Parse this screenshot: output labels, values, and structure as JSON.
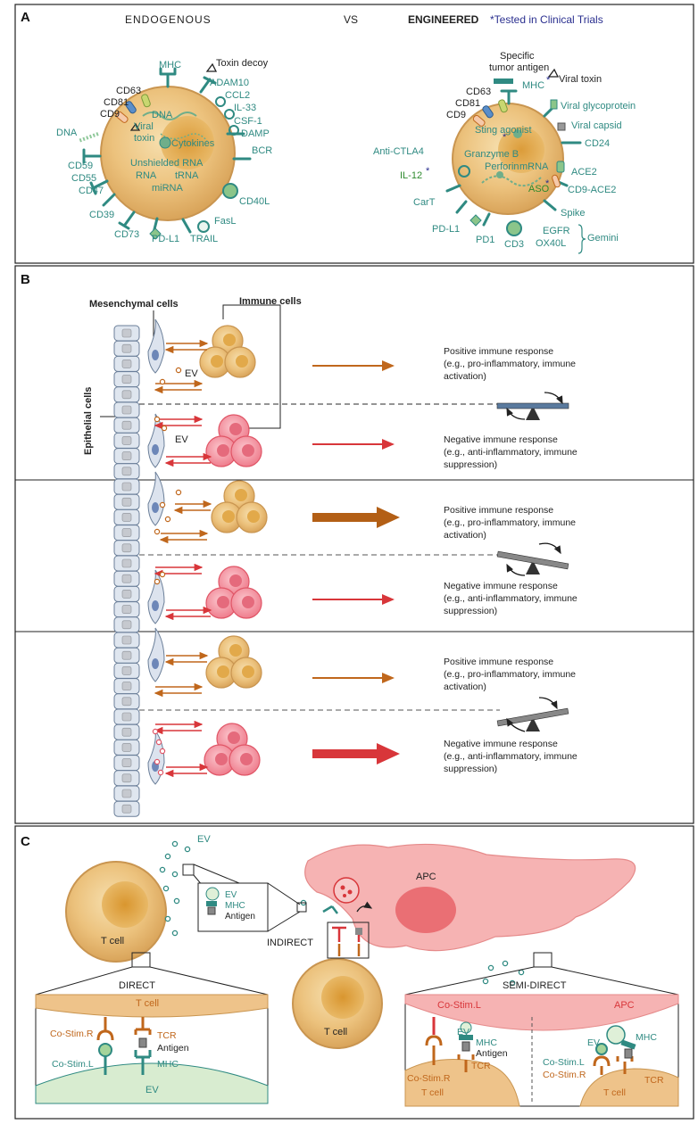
{
  "panels": {
    "a": {
      "letter": "A",
      "header_left": "ENDOGENOUS",
      "header_mid": "VS",
      "header_right": "ENGINEERED",
      "header_note": "*Tested in Clinical Trials",
      "endogenous_labels": {
        "mhc": "MHC",
        "toxin_decoy": "Toxin decoy",
        "adam10": "ADAM10",
        "ccl2": "CCL2",
        "il33": "IL-33",
        "csf1": "CSF-1",
        "damp": "DAMP",
        "bcr": "BCR",
        "cd63": "CD63",
        "cd81": "CD81",
        "cd9": "CD9",
        "dna_in": "DNA",
        "viral": "Viral",
        "toxin": "toxin",
        "cytokines": "Cytokines",
        "dna_out": "DNA",
        "cd59": "CD59",
        "cd55": "CD55",
        "cd47": "CD47",
        "unshielded": "Unshielded RNA",
        "rna": "RNA",
        "trna": "tRNA",
        "mirna": "miRNA",
        "cd40l": "CD40L",
        "cd39": "CD39",
        "fasl": "FasL",
        "cd73": "CD73",
        "pdl1": "PD-L1",
        "trail": "TRAIL"
      },
      "engineered_labels": {
        "specific": "Specific",
        "tumor_antigen": "tumor antigen",
        "mhc": "MHC",
        "viral_toxin": "Viral toxin",
        "viral_glyco": "Viral glycoprotein",
        "viral_capsid": "Viral capsid",
        "cd63": "CD63",
        "cd81": "CD81",
        "cd9": "CD9",
        "sting": "Sting agonist",
        "anti_ctla4": "Anti-CTLA4",
        "cd24": "CD24",
        "granzyme": "Granzyme B",
        "perforin": "Perforin",
        "mrna": "mRNA",
        "il12": "IL-12",
        "ace2": "ACE2",
        "aso": "ASO",
        "cd9ace2": "CD9-ACE2",
        "cart": "CarT",
        "spike": "Spike",
        "pdl1": "PD-L1",
        "egfr": "EGFR",
        "ox40l": "OX40L",
        "gemini": "Gemini",
        "pd1": "PD1",
        "cd3": "CD3"
      },
      "star": "*"
    },
    "b": {
      "letter": "B",
      "mesenchymal": "Mesenchymal cells",
      "immune": "Immune cells",
      "epithelial": "Epithelial cells",
      "ev": "EV",
      "rows": [
        {
          "pos_title": "Positive immune response",
          "pos_l1": "(e.g., pro-inflammatory, immune",
          "pos_l2": "activation)",
          "neg_title": "Negative immune response",
          "neg_l1": "(e.g., anti-inflammatory, immune",
          "neg_l2": "suppression)"
        },
        {
          "pos_title": "Positive immune response",
          "pos_l1": "(e.g., pro-inflammatory, immune",
          "pos_l2": "activation)",
          "neg_title": "Negative immune response",
          "neg_l1": "(e.g., anti-inflammatory, immune",
          "neg_l2": "suppression)"
        },
        {
          "pos_title": "Positive immune response",
          "pos_l1": "(e.g., pro-inflammatory, immune",
          "pos_l2": "activation)",
          "neg_title": "Negative immune response",
          "neg_l1": "(e.g., anti-inflammatory, immune",
          "neg_l2": "suppression)"
        }
      ]
    },
    "c": {
      "letter": "C",
      "ev_top": "EV",
      "tcell": "T cell",
      "apc": "APC",
      "inset_ev": "EV",
      "inset_mhc": "MHC",
      "inset_antigen": "Antigen",
      "indirect": "INDIRECT",
      "direct": "DIRECT",
      "semi_direct": "SEMI-DIRECT",
      "d_tcell": "T cell",
      "d_costimr": "Co-Stim.R",
      "d_tcr": "TCR",
      "d_antigen": "Antigen",
      "d_costiml": "Co-Stim.L",
      "d_mhc": "MHC",
      "d_ev": "EV",
      "s_costiml_top": "Co-Stim.L",
      "s_apc": "APC",
      "s_ev1": "EV",
      "s_mhc1": "MHC",
      "s_antigen": "Antigen",
      "s_tcr1": "TCR",
      "s_costimr1": "Co-Stim.R",
      "s_tcell1": "T cell",
      "s_ev2": "EV",
      "s_mhc2": "MHC",
      "s_costiml2": "Co-Stim.L",
      "s_costimr2": "Co-Stim.R",
      "s_tcr2": "TCR",
      "s_tcell2": "T cell"
    }
  },
  "colors": {
    "teal": "#2f8a82",
    "orange": "#c0671c",
    "red": "#d8363a",
    "navy": "#2a2f8f",
    "tan": "#e7b96a",
    "pink": "#f07a8a",
    "apc": "#f6b3b3"
  }
}
